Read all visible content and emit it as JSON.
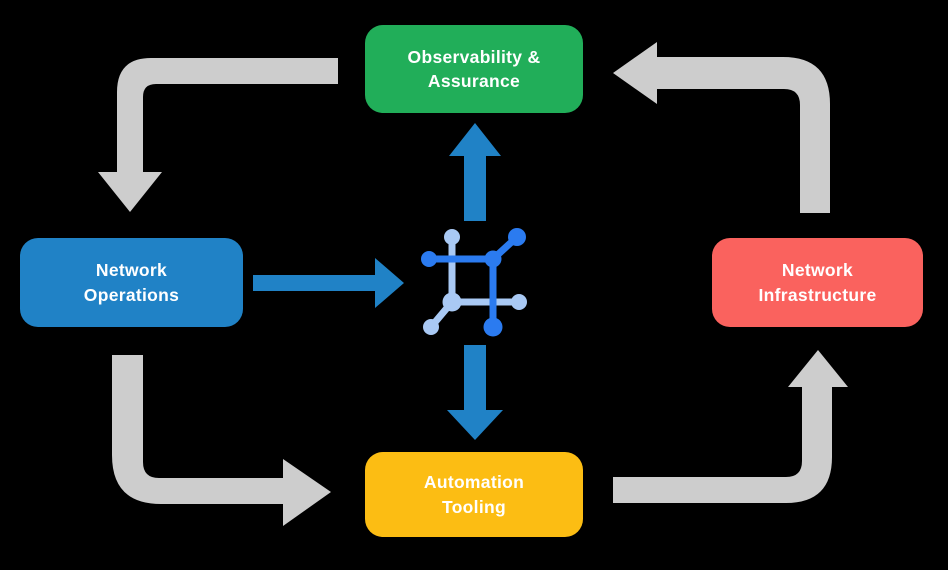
{
  "diagram": {
    "background_color": "#000000",
    "boxes": {
      "observability": {
        "label": "Observability &\nAssurance",
        "color": "#21ae59"
      },
      "operations": {
        "label": "Network\nOperations",
        "color": "#2082c6"
      },
      "infrastructure": {
        "label": "Network\nInfrastructure",
        "color": "#fa625e"
      },
      "automation": {
        "label": "Automation\nTooling",
        "color": "#fcbd13"
      }
    },
    "colors": {
      "cycle_arrow": "#cdcdcd",
      "flow_arrow": "#2082c6",
      "icon_dark": "#2b7bf0",
      "icon_light": "#a9c9f4",
      "label_text": "#ffffff"
    },
    "icon": {
      "name": "network-mesh-icon"
    }
  }
}
